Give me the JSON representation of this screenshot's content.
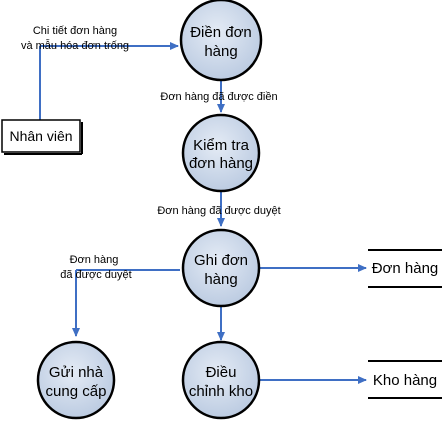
{
  "processes": {
    "fill_order": [
      "Điền đơn",
      "hàng"
    ],
    "check_order": [
      "Kiểm tra",
      "đơn hàng"
    ],
    "record_order": [
      "Ghi đơn",
      "hàng"
    ],
    "send_supplier": [
      "Gửi nhà",
      "cung cấp"
    ],
    "adjust_stock": [
      "Điều",
      "chỉnh kho"
    ]
  },
  "entity": {
    "staff": "Nhân viên"
  },
  "stores": {
    "orders": "Đơn hàng",
    "warehouse": "Kho hàng"
  },
  "flows": {
    "order_details": [
      "Chi tiết đơn hàng",
      "và mẫu hóa đơn trống"
    ],
    "filled_order": "Đơn hàng đã được điền",
    "approved_order_1": "Đơn hàng đã được duyệt",
    "approved_order_2": [
      "Đơn hàng",
      "đã được duyệt"
    ]
  },
  "colors": {
    "process_fill": "#c9d6e8",
    "process_border": "#000000",
    "arrow": "#3f6fc4"
  }
}
